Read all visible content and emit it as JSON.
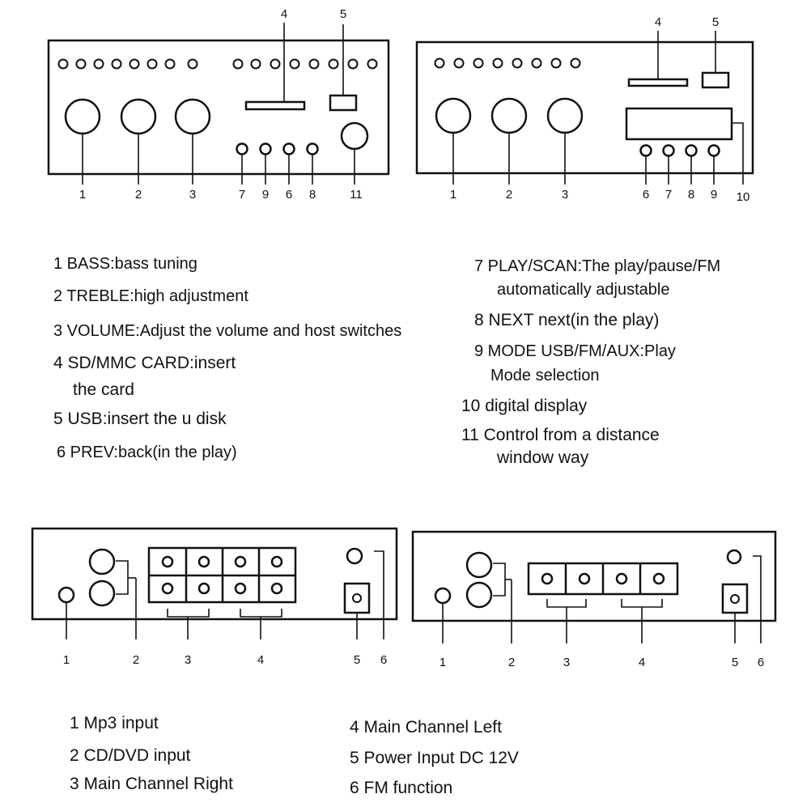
{
  "diagram_top_left": {
    "callouts": [
      "1",
      "2",
      "3",
      "7",
      "9",
      "6",
      "8",
      "11",
      "4",
      "5"
    ]
  },
  "diagram_top_right": {
    "callouts": [
      "1",
      "2",
      "3",
      "6",
      "7",
      "8",
      "9",
      "10",
      "4",
      "5"
    ]
  },
  "diagram_bottom_left": {
    "callouts": [
      "1",
      "2",
      "3",
      "4",
      "5",
      "6"
    ]
  },
  "diagram_bottom_right": {
    "callouts": [
      "1",
      "2",
      "3",
      "4",
      "5",
      "6"
    ]
  },
  "front_legend_left": [
    "1 BASS:bass tuning",
    "2 TREBLE:high adjustment",
    "3 VOLUME:Adjust the volume and host switches",
    "4 SD/MMC CARD:insert",
    "the card",
    "5 USB:insert the u disk",
    "6 PREV:back(in the play)"
  ],
  "front_legend_right": [
    "7 PLAY/SCAN:The play/pause/FM",
    "automatically adjustable",
    "8 NEXT next(in the play)",
    "9 MODE USB/FM/AUX:Play",
    "Mode selection",
    "10 digital display",
    "11 Control from a distance",
    "window way"
  ],
  "back_legend_left": [
    "1 Mp3 input",
    "2 CD/DVD input",
    "3 Main Channel Right"
  ],
  "back_legend_right": [
    "4 Main Channel Left",
    "5 Power Input DC 12V",
    "6 FM function"
  ]
}
